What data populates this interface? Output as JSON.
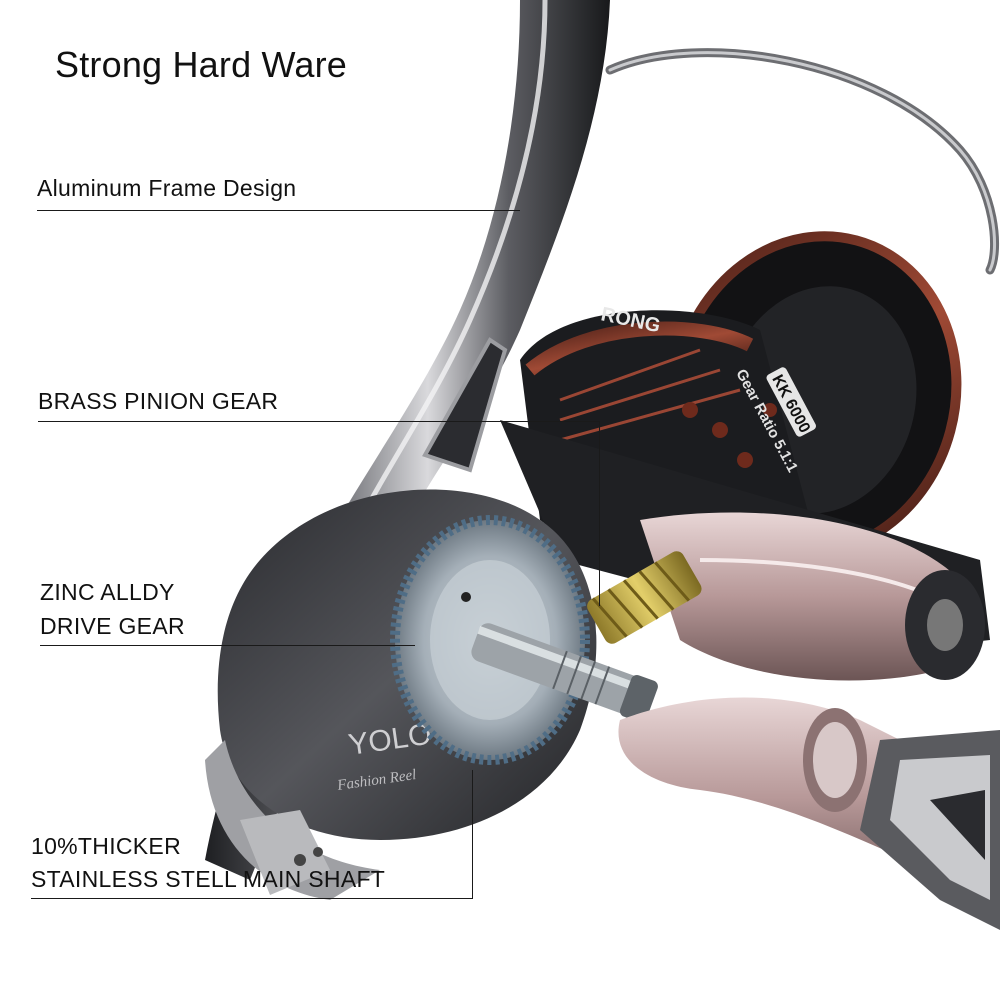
{
  "headline": "Strong Hard Ware",
  "callouts": {
    "frame": "Aluminum Frame Design",
    "pinion": "BRASS PINION GEAR",
    "drive_line1": "ZINC ALLDY",
    "drive_line2": "DRIVE GEAR",
    "shaft_line1": "10%THICKER",
    "shaft_line2": "STAINLESS STELL MAIN SHAFT"
  },
  "reel_markings": {
    "spool_brand": "RONG",
    "model": "KK 6000",
    "gear_ratio": "Gear Ratio 5.1:1",
    "body_logo": "YOLO",
    "body_sub": "Fashion Reel"
  },
  "colors": {
    "background": "#ffffff",
    "text": "#111111",
    "frame_metal": "#3a3a3e",
    "spool_copper": "#8a3a2a",
    "gear_gold": "#c8b24a",
    "gear_silver": "#a9b4bd"
  }
}
